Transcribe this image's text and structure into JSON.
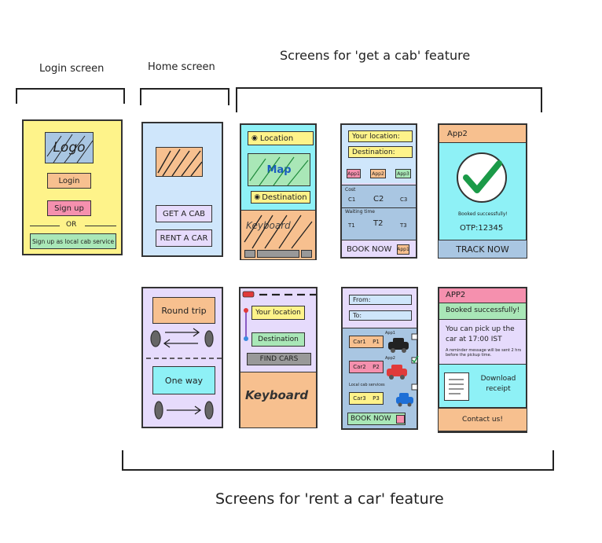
{
  "headings": {
    "login_screen": "Login screen",
    "home_screen": "Home screen",
    "get_a_cab": "Screens for 'get a cab' feature",
    "rent_a_car": "Screens for 'rent a car' feature"
  },
  "login": {
    "logo": "Logo",
    "login_button": "Login",
    "signup_button": "Sign up",
    "or": "OR",
    "signup_local": "Sign up as local cab service"
  },
  "home": {
    "get_cab_button": "GET A CAB",
    "rent_car_button": "RENT A CAR"
  },
  "cab_location": {
    "location_field": "Location",
    "map": "Map",
    "destination_field": "Destination",
    "keyboard": "Keyboard"
  },
  "cab_options": {
    "your_location": "Your location:",
    "destination": "Destination:",
    "apps": [
      "App1",
      "App2",
      "App3"
    ],
    "cost_label": "Cost",
    "costs": [
      "C1",
      "C2",
      "C3"
    ],
    "waiting_label": "Waiting time",
    "times": [
      "T1",
      "T2",
      "T3"
    ],
    "book_now": "BOOK NOW",
    "book_app": "App1"
  },
  "cab_booked": {
    "app": "App2",
    "booked": "Booked successfully!",
    "otp": "OTP:12345",
    "track_now": "TRACK NOW"
  },
  "rent_trip": {
    "round_trip": "Round trip",
    "one_way": "One way"
  },
  "rent_search": {
    "your_location": "Your location",
    "destination": "Destination",
    "find_cars": "FIND CARS",
    "keyboard": "Keyboard"
  },
  "rent_list": {
    "from": "From:",
    "to": "To:",
    "app1": "App1",
    "app2": "App2",
    "local_label": "Local cab services",
    "cars": [
      {
        "name": "Car1",
        "price": "P1"
      },
      {
        "name": "Car2",
        "price": "P2"
      },
      {
        "name": "Car3",
        "price": "P3"
      }
    ],
    "book_now": "BOOK NOW"
  },
  "rent_booked": {
    "app": "APP2",
    "booked": "Booked successfully!",
    "pickup": "You can pick up the car at 17:00 IST",
    "reminder": "A reminder message will be sent 2 hrs before the pickup time.",
    "download": "Download receipt",
    "contact": "Contact us!"
  },
  "colors": {
    "yellow": "#fef38a",
    "blue": "#cfe6fb",
    "cyan": "#8ef1f6",
    "orange": "#f7c08f",
    "purple": "#e6dbfc",
    "green": "#a9e7b7",
    "pink": "#f590ae",
    "steel": "#a9c6e2"
  }
}
